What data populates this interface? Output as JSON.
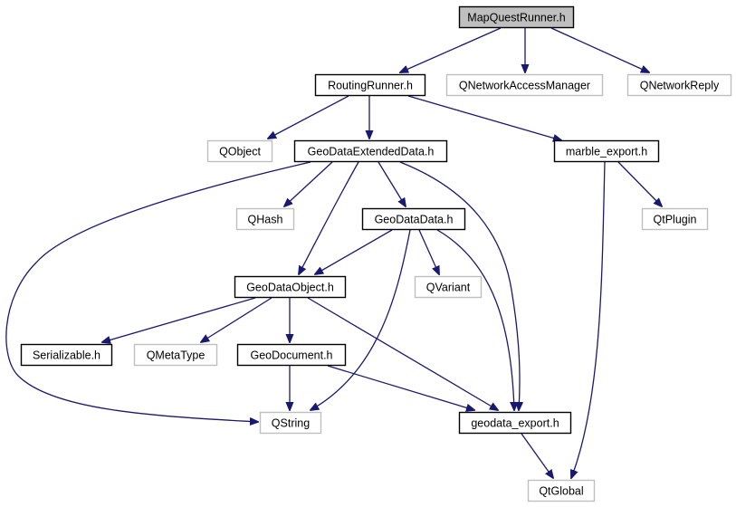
{
  "title": "MapQuestRunner.h include dependency graph",
  "colors": {
    "edge": "#191970",
    "root_fill": "#bfbfbf",
    "root_stroke": "#000000",
    "documented_fill": "#ffffff",
    "documented_stroke": "#000000",
    "external_fill": "#ffffff",
    "external_stroke": "#bfbfbf"
  },
  "nodes": [
    {
      "id": "mapquestrunner",
      "label": "MapQuestRunner.h",
      "kind": "root"
    },
    {
      "id": "routingrunner",
      "label": "RoutingRunner.h",
      "kind": "documented"
    },
    {
      "id": "qnetworkaccessmanager",
      "label": "QNetworkAccessManager",
      "kind": "external"
    },
    {
      "id": "qnetworkreply",
      "label": "QNetworkReply",
      "kind": "external"
    },
    {
      "id": "qobject",
      "label": "QObject",
      "kind": "external"
    },
    {
      "id": "geodataextendeddata",
      "label": "GeoDataExtendedData.h",
      "kind": "documented"
    },
    {
      "id": "marble_export",
      "label": "marble_export.h",
      "kind": "documented"
    },
    {
      "id": "qhash",
      "label": "QHash",
      "kind": "external"
    },
    {
      "id": "geodatadata",
      "label": "GeoDataData.h",
      "kind": "documented"
    },
    {
      "id": "qtplugin",
      "label": "QtPlugin",
      "kind": "external"
    },
    {
      "id": "geodataobject",
      "label": "GeoDataObject.h",
      "kind": "documented"
    },
    {
      "id": "qvariant",
      "label": "QVariant",
      "kind": "external"
    },
    {
      "id": "serializable",
      "label": "Serializable.h",
      "kind": "documented"
    },
    {
      "id": "qmetatype",
      "label": "QMetaType",
      "kind": "external"
    },
    {
      "id": "geodocument",
      "label": "GeoDocument.h",
      "kind": "documented"
    },
    {
      "id": "qstring",
      "label": "QString",
      "kind": "external"
    },
    {
      "id": "geodata_export",
      "label": "geodata_export.h",
      "kind": "documented"
    },
    {
      "id": "qtglobal",
      "label": "QtGlobal",
      "kind": "external"
    }
  ],
  "edges": [
    {
      "from": "mapquestrunner",
      "to": "routingrunner"
    },
    {
      "from": "mapquestrunner",
      "to": "qnetworkaccessmanager"
    },
    {
      "from": "mapquestrunner",
      "to": "qnetworkreply"
    },
    {
      "from": "routingrunner",
      "to": "qobject"
    },
    {
      "from": "routingrunner",
      "to": "geodataextendeddata"
    },
    {
      "from": "routingrunner",
      "to": "marble_export"
    },
    {
      "from": "geodataextendeddata",
      "to": "qhash"
    },
    {
      "from": "geodataextendeddata",
      "to": "geodatadata"
    },
    {
      "from": "geodataextendeddata",
      "to": "geodataobject"
    },
    {
      "from": "geodataextendeddata",
      "to": "qstring"
    },
    {
      "from": "geodataextendeddata",
      "to": "geodata_export"
    },
    {
      "from": "marble_export",
      "to": "qtplugin"
    },
    {
      "from": "marble_export",
      "to": "qtglobal"
    },
    {
      "from": "geodatadata",
      "to": "geodataobject"
    },
    {
      "from": "geodatadata",
      "to": "qvariant"
    },
    {
      "from": "geodatadata",
      "to": "qstring"
    },
    {
      "from": "geodatadata",
      "to": "geodata_export"
    },
    {
      "from": "geodataobject",
      "to": "serializable"
    },
    {
      "from": "geodataobject",
      "to": "qmetatype"
    },
    {
      "from": "geodataobject",
      "to": "geodocument"
    },
    {
      "from": "geodataobject",
      "to": "geodata_export"
    },
    {
      "from": "geodocument",
      "to": "qstring"
    },
    {
      "from": "geodocument",
      "to": "geodata_export"
    },
    {
      "from": "geodata_export",
      "to": "qtglobal"
    }
  ]
}
